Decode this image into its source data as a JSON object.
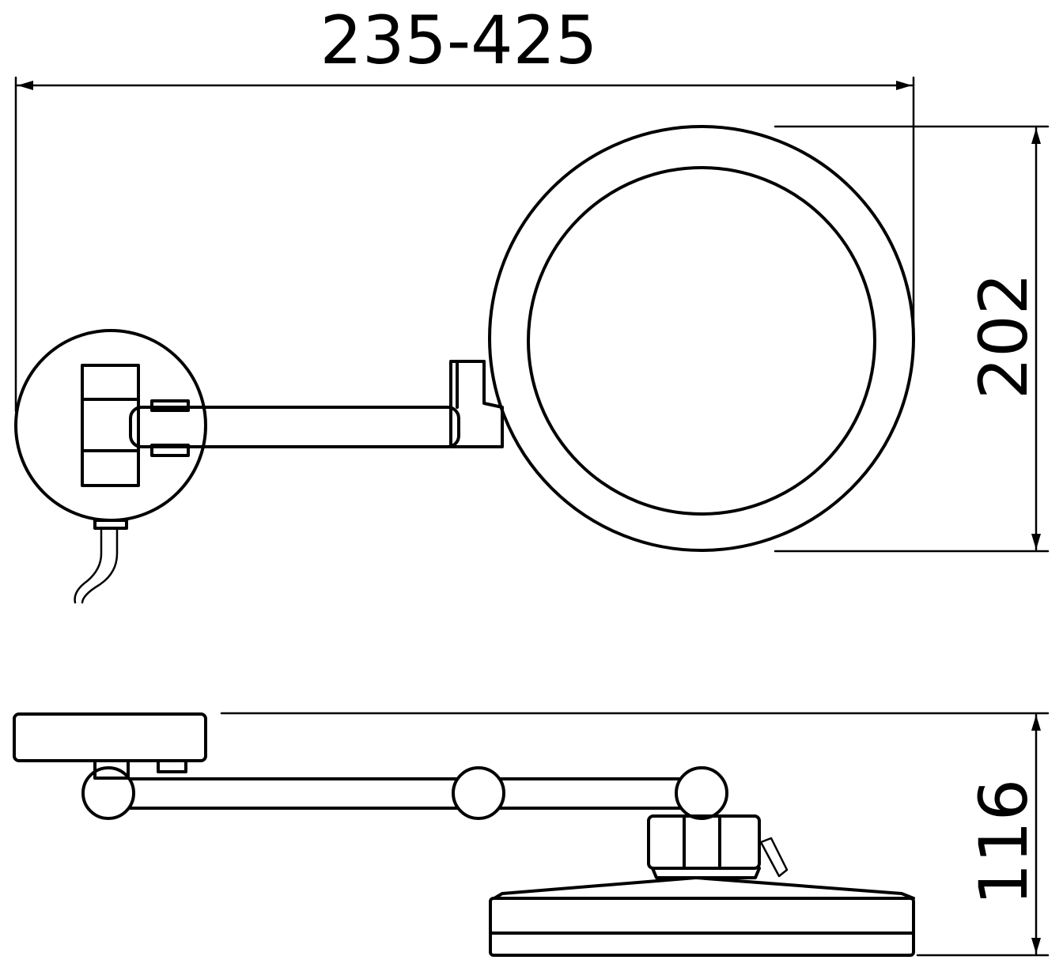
{
  "dimensions": {
    "width_range": "235-425",
    "mirror_height": "202",
    "depth": "116"
  },
  "colors": {
    "line": "#000000",
    "background": "#ffffff"
  }
}
